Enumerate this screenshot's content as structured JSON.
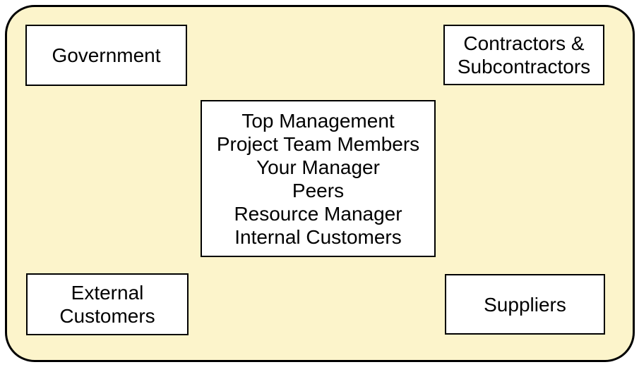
{
  "colors": {
    "canvas_background": "#FCF4CB",
    "box_background": "#FFFFFF",
    "border": "#000000",
    "text": "#000000"
  },
  "boxes": {
    "government": {
      "label": "Government"
    },
    "contractors_subcontractors": {
      "lines": [
        "Contractors &",
        "Subcontractors"
      ]
    },
    "internal_stakeholders": {
      "lines": [
        "Top Management",
        "Project Team Members",
        "Your Manager",
        "Peers",
        "Resource Manager",
        "Internal Customers"
      ]
    },
    "external_customers": {
      "lines": [
        "External",
        "Customers"
      ]
    },
    "suppliers": {
      "label": "Suppliers"
    }
  }
}
